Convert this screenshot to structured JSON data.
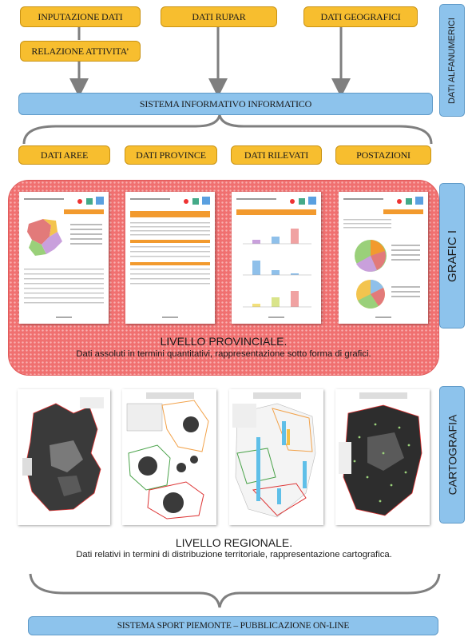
{
  "top_inputs": {
    "inputazione": "INPUTAZIONE DATI",
    "relazione": "RELAZIONE ATTIVITA’",
    "rupar": "DATI RUPAR",
    "geografici": "DATI GEOGRAFICI"
  },
  "side_labels": {
    "alfanumerici": "DATI ALFANUMERICI",
    "grafici": "GRAFIC I",
    "cartografia": "CARTOGRAFIA"
  },
  "system_box": "SISTEMA INFORMATIVO INFORMATICO",
  "data_groups": [
    "DATI AREE",
    "DATI PROVINCE",
    "DATI RILEVATI",
    "POSTAZIONI"
  ],
  "provincial": {
    "title": "LIVELLO PROVINCIALE.",
    "subtitle": "Dati assoluti in termini quantitativi, rappresentazione sotto forma di grafici."
  },
  "regional": {
    "title": "LIVELLO REGIONALE.",
    "subtitle": "Dati relativi in termini di distribuzione territoriale, rappresentazione cartografica."
  },
  "bottom_box": "SISTEMA SPORT PIEMONTE – PUBBLICAZIONE ON-LINE",
  "colors": {
    "yellow": "#f7be2f",
    "blue": "#8dc3ec",
    "red_panel": "#f07070",
    "arrow": "#7f7f7f"
  }
}
